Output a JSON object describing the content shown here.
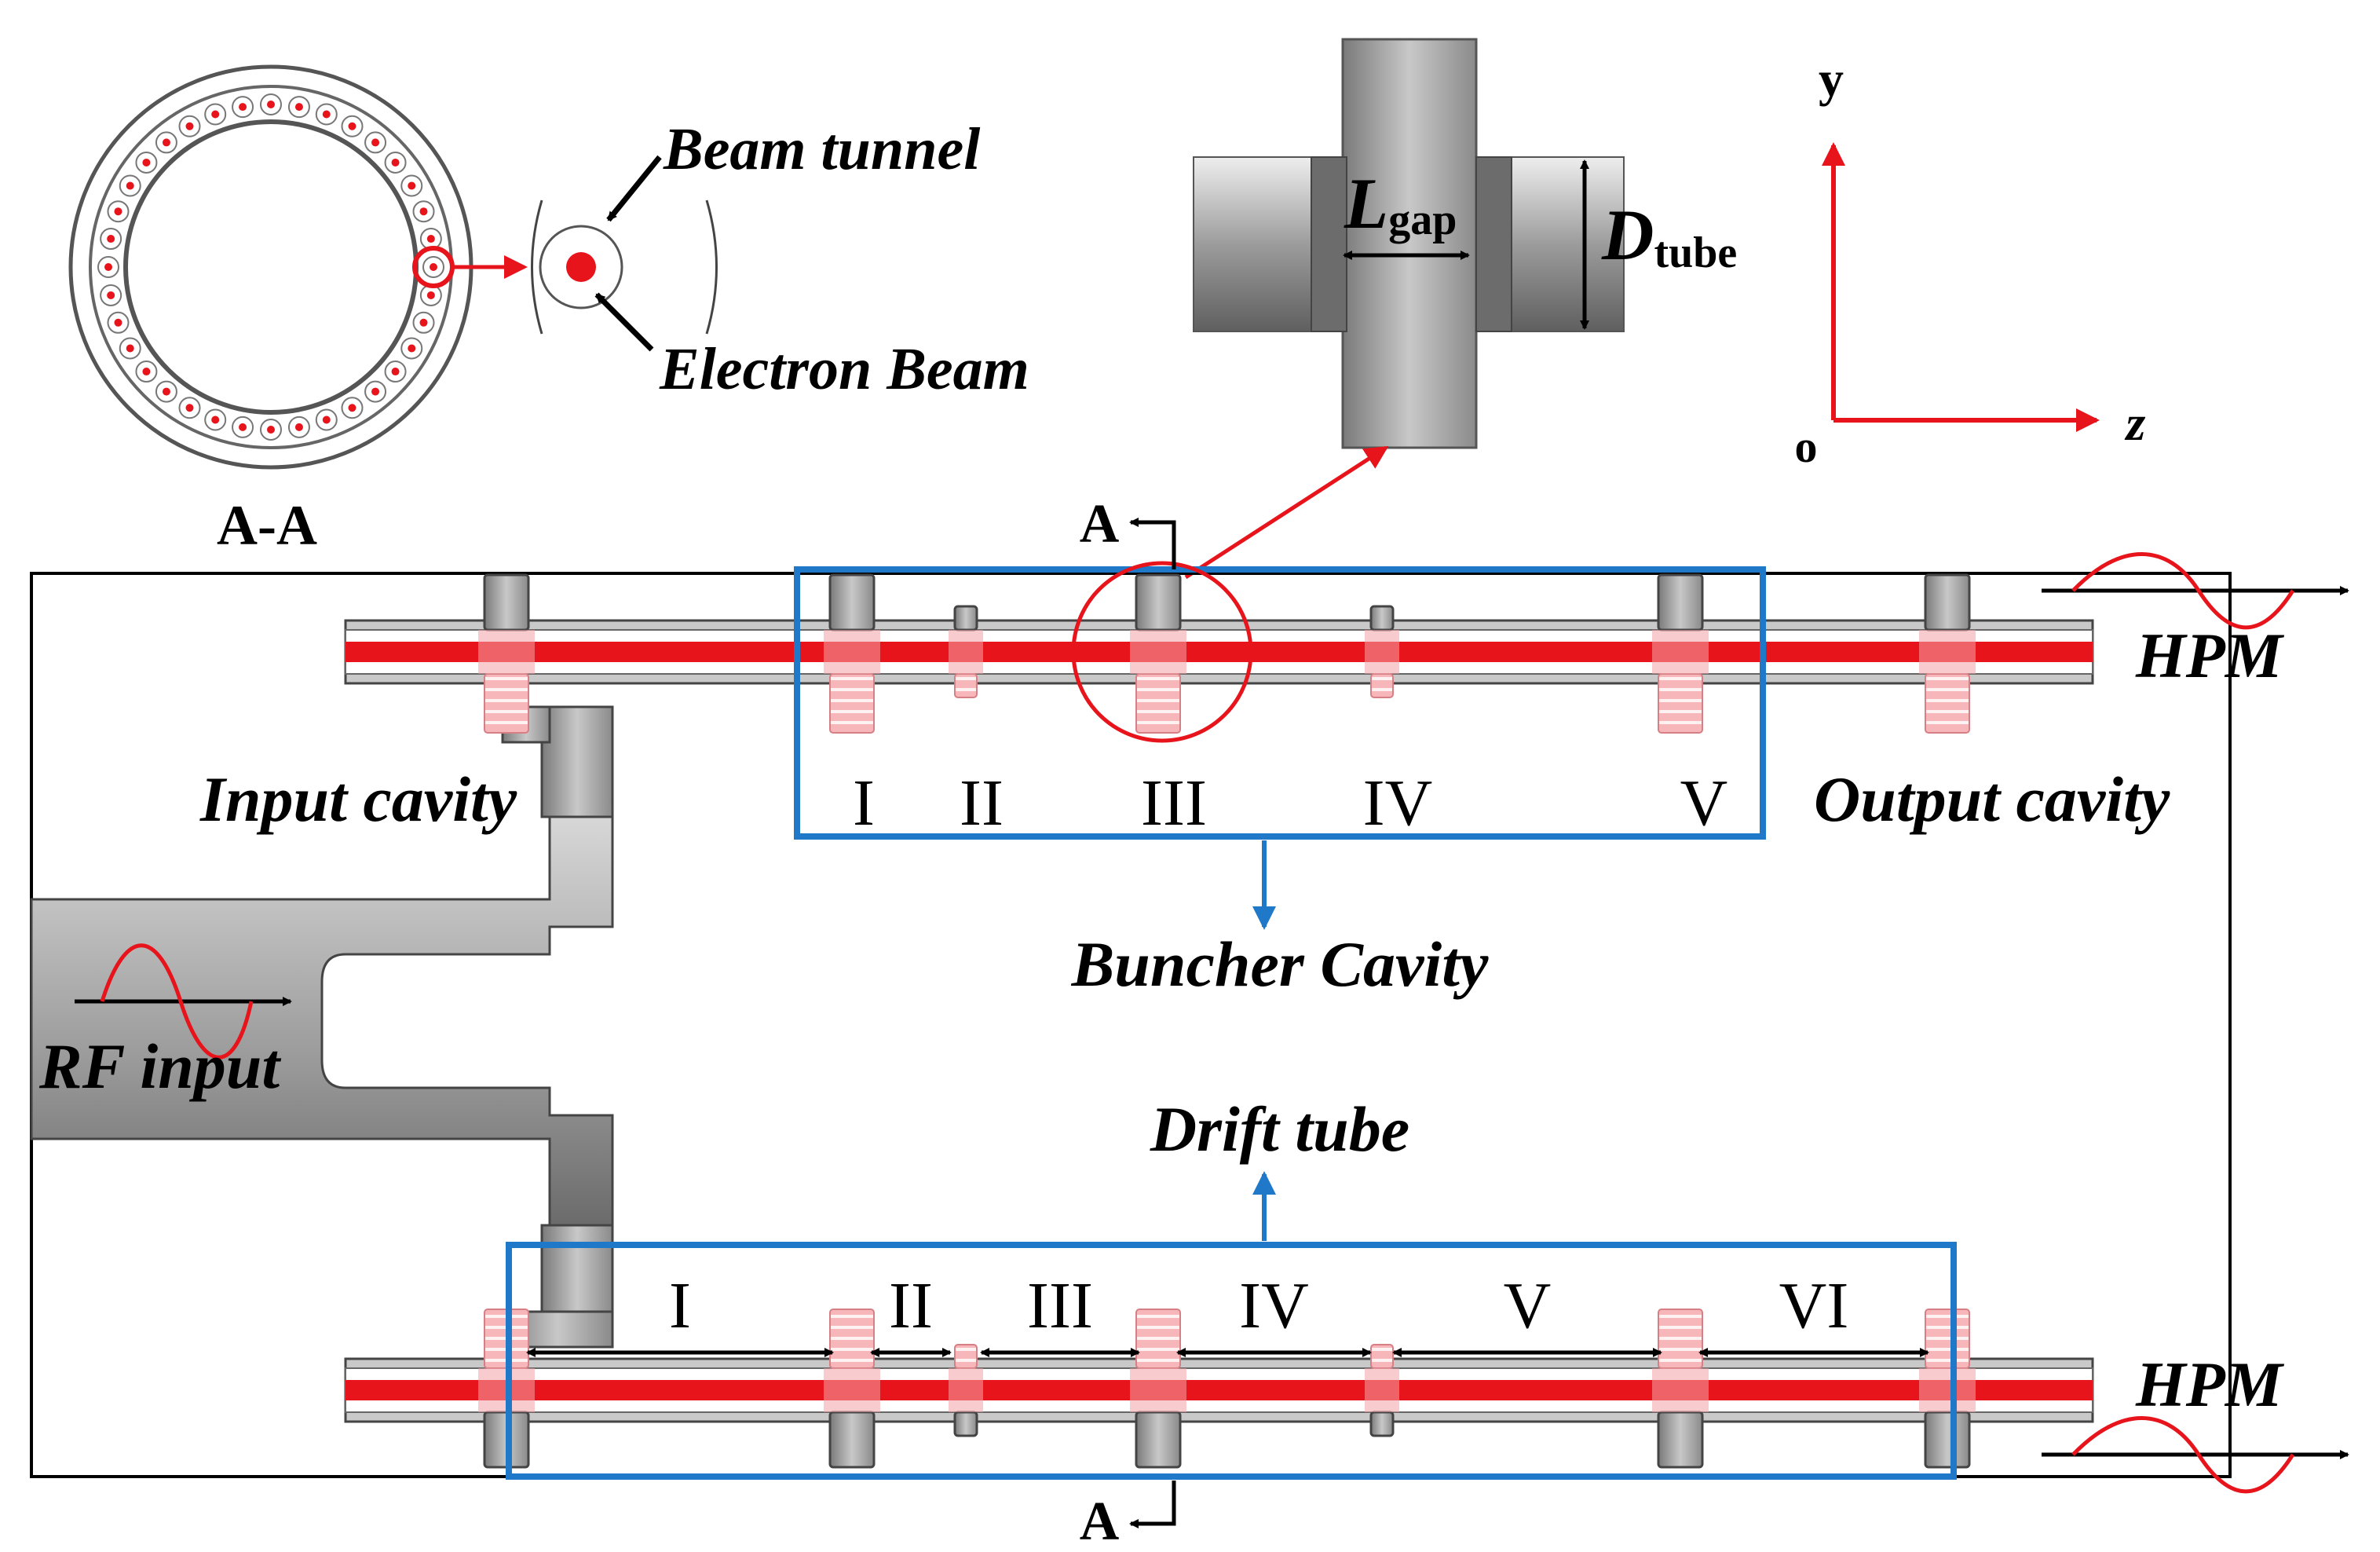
{
  "section_view": {
    "title": "A-A",
    "beam_tunnel_label": "Beam tunnel",
    "electron_beam_label": "Electron Beam"
  },
  "gap_detail": {
    "l_main": "L",
    "l_sub": "gap",
    "d_main": "D",
    "d_sub": "tube"
  },
  "axes": {
    "y_label": "y",
    "z_label": "z",
    "origin_label": "o"
  },
  "section_marker": {
    "label": "A"
  },
  "labels": {
    "input_cavity": "Input cavity",
    "output_cavity": "Output cavity",
    "buncher_cavity": "Buncher Cavity",
    "drift_tube": "Drift tube",
    "rf_input": "RF input",
    "hpm_top": "HPM",
    "hpm_bottom": "HPM"
  },
  "buncher_numerals": [
    "I",
    "II",
    "III",
    "IV",
    "V"
  ],
  "drift_numerals": [
    "I",
    "II",
    "III",
    "IV",
    "V",
    "VI"
  ],
  "colors": {
    "beam_red": "#e8141c",
    "box_blue": "#1f78c8",
    "metal_gray": "#9a9a9a",
    "cavity_pink": "#f4a7ab"
  }
}
